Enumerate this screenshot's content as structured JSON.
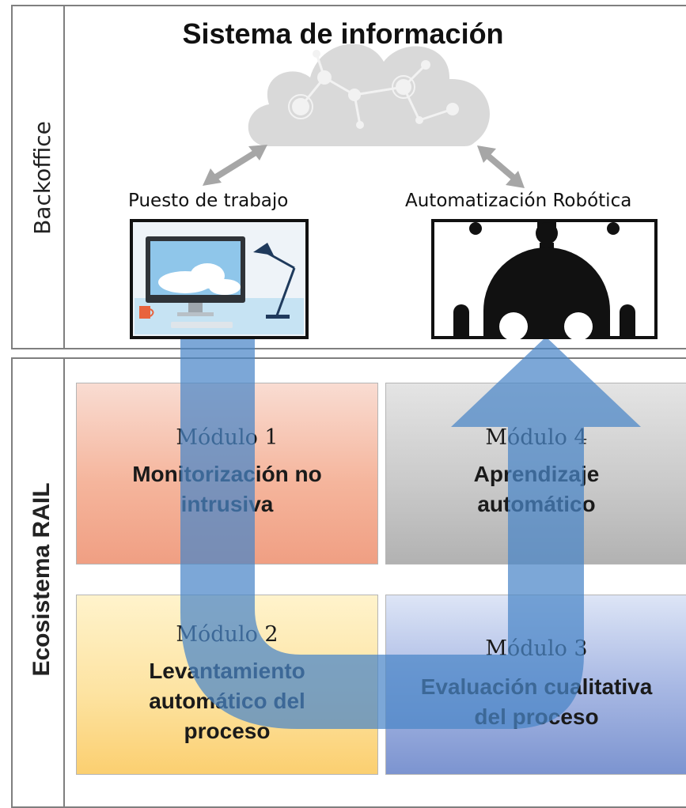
{
  "title": "Sistema de información",
  "lanes": {
    "backoffice": "Backoffice",
    "ecosystem": "Ecosistema RAIL"
  },
  "workstation": {
    "label": "Puesto de trabajo"
  },
  "robotic": {
    "label": "Automatización Robótica"
  },
  "modules": [
    {
      "number": "Módulo 1",
      "name_line1": "Monitorización no",
      "name_line2": "intrusiva",
      "name_line3": ""
    },
    {
      "number": "Módulo 2",
      "name_line1": "Levantamiento",
      "name_line2": "automático del",
      "name_line3": "proceso"
    },
    {
      "number": "Módulo 3",
      "name_line1": "Evaluación cualitativa",
      "name_line2": "del proceso",
      "name_line3": ""
    },
    {
      "number": "Módulo 4",
      "name_line1": "Aprendizaje",
      "name_line2": "automático",
      "name_line3": ""
    }
  ],
  "colors": {
    "flow_arrow": "#4a86c8",
    "module1": "#f2a285",
    "module2": "#fbd27e",
    "module3": "#7f98d2",
    "module4": "#bdbdbd"
  },
  "icons": [
    "cloud-network-icon",
    "desktop-workstation-icon",
    "robot-icon",
    "double-arrow-icon"
  ]
}
